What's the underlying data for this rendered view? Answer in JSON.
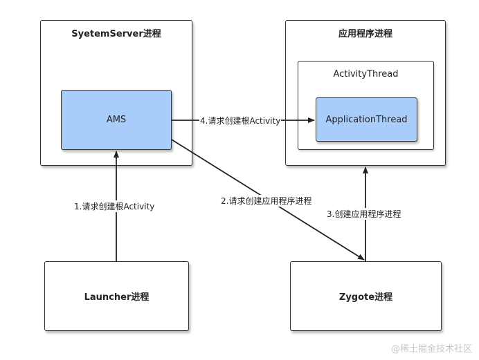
{
  "nodes": {
    "system_server": {
      "title": "SyetemServer进程"
    },
    "ams": {
      "label": "AMS"
    },
    "app_process": {
      "title": "应用程序进程"
    },
    "activity_thread": {
      "title": "ActivityThread"
    },
    "application_thread": {
      "label": "ApplicationThread"
    },
    "launcher": {
      "label": "Launcher进程"
    },
    "zygote": {
      "label": "Zygote进程"
    }
  },
  "edges": {
    "step1": "1.请求创建根Activity",
    "step2": "2.请求创建应用程序进程",
    "step3": "3.创建应用程序进程",
    "step4": "4.请求创建根Activity"
  },
  "watermark": "@稀土掘金技术社区",
  "colors": {
    "process_fill": "#ffffff",
    "component_fill": "#a8cdfb",
    "border": "#333333"
  }
}
